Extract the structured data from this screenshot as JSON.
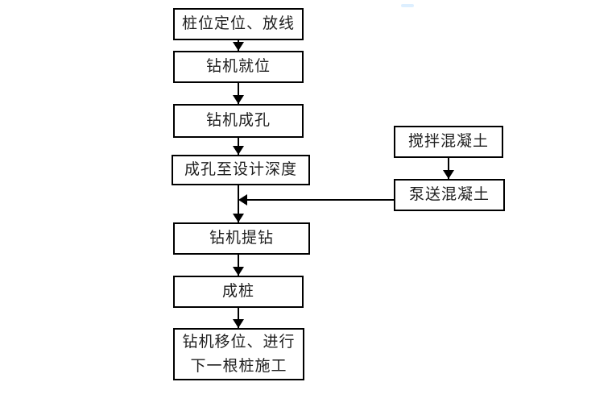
{
  "diagram": {
    "type": "flowchart",
    "colors": {
      "background": "#ffffff",
      "line": "#000000",
      "text": "#1f1f1f"
    },
    "main_flow": [
      {
        "label": "桩位定位、放线"
      },
      {
        "label": "钻机就位"
      },
      {
        "label": "钻机成孔"
      },
      {
        "label": "成孔至设计深度"
      },
      {
        "label": "钻机提钻"
      },
      {
        "label": "成桩"
      },
      {
        "line1": "钻机移位、进行",
        "line2": "下一根桩施工"
      }
    ],
    "side_flow": [
      {
        "label": "搅拌混凝土"
      },
      {
        "label": "泵送混凝土"
      }
    ],
    "edges": [
      {
        "from": "桩位定位、放线",
        "to": "钻机就位"
      },
      {
        "from": "钻机就位",
        "to": "钻机成孔"
      },
      {
        "from": "钻机成孔",
        "to": "成孔至设计深度"
      },
      {
        "from": "成孔至设计深度",
        "to": "钻机提钻"
      },
      {
        "from": "搅拌混凝土",
        "to": "泵送混凝土"
      },
      {
        "from": "泵送混凝土",
        "to": "钻机提钻"
      },
      {
        "from": "钻机提钻",
        "to": "成桩"
      },
      {
        "from": "成桩",
        "to": "钻机移位、进行下一根桩施工"
      }
    ]
  }
}
